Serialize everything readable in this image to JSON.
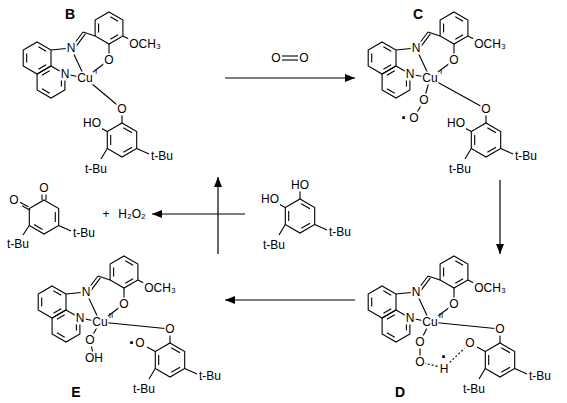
{
  "diagram": {
    "nodes": [
      {
        "text": [
          "B",
          "N",
          "N",
          "Cu",
          "I",
          "O",
          "OCH₃",
          "O",
          "HO",
          "t-Bu",
          "t-Bu"
        ]
      },
      {
        "text": [
          "C",
          "N",
          "N",
          "Cu",
          "I",
          "O",
          "OCH₃",
          "O",
          "·",
          "O",
          "O",
          "HO",
          "t-Bu",
          "t-Bu"
        ]
      },
      {
        "text": [
          "D",
          "N",
          "N",
          "Cu",
          "II",
          "O",
          "OCH₃",
          "O",
          "O",
          "·",
          "H",
          "O",
          "O",
          "t-Bu",
          "t-Bu"
        ]
      },
      {
        "text": [
          "E",
          "N",
          "N",
          "Cu",
          "II",
          "O",
          "OCH₃",
          "O",
          "OH",
          "·",
          "O",
          "O",
          "t-Bu",
          "t-Bu"
        ]
      },
      {
        "text": [
          "HO",
          "HO",
          "t-Bu",
          "t-Bu"
        ]
      },
      {
        "text": [
          "O",
          "O",
          "t-Bu",
          "t-Bu",
          "+",
          "H₂O₂"
        ]
      }
    ],
    "edges": [
      {
        "from": 0,
        "to": 1,
        "arrow": "to"
      },
      {
        "from": 1,
        "to": 2,
        "arrow": "to"
      },
      {
        "from": 2,
        "to": 3,
        "arrow": "to"
      },
      {
        "from": 3,
        "to": 0,
        "arrow": "to"
      },
      {
        "from": 4,
        "to": 5,
        "arrow": "to"
      }
    ],
    "labels": [
      "O",
      "O"
    ]
  }
}
